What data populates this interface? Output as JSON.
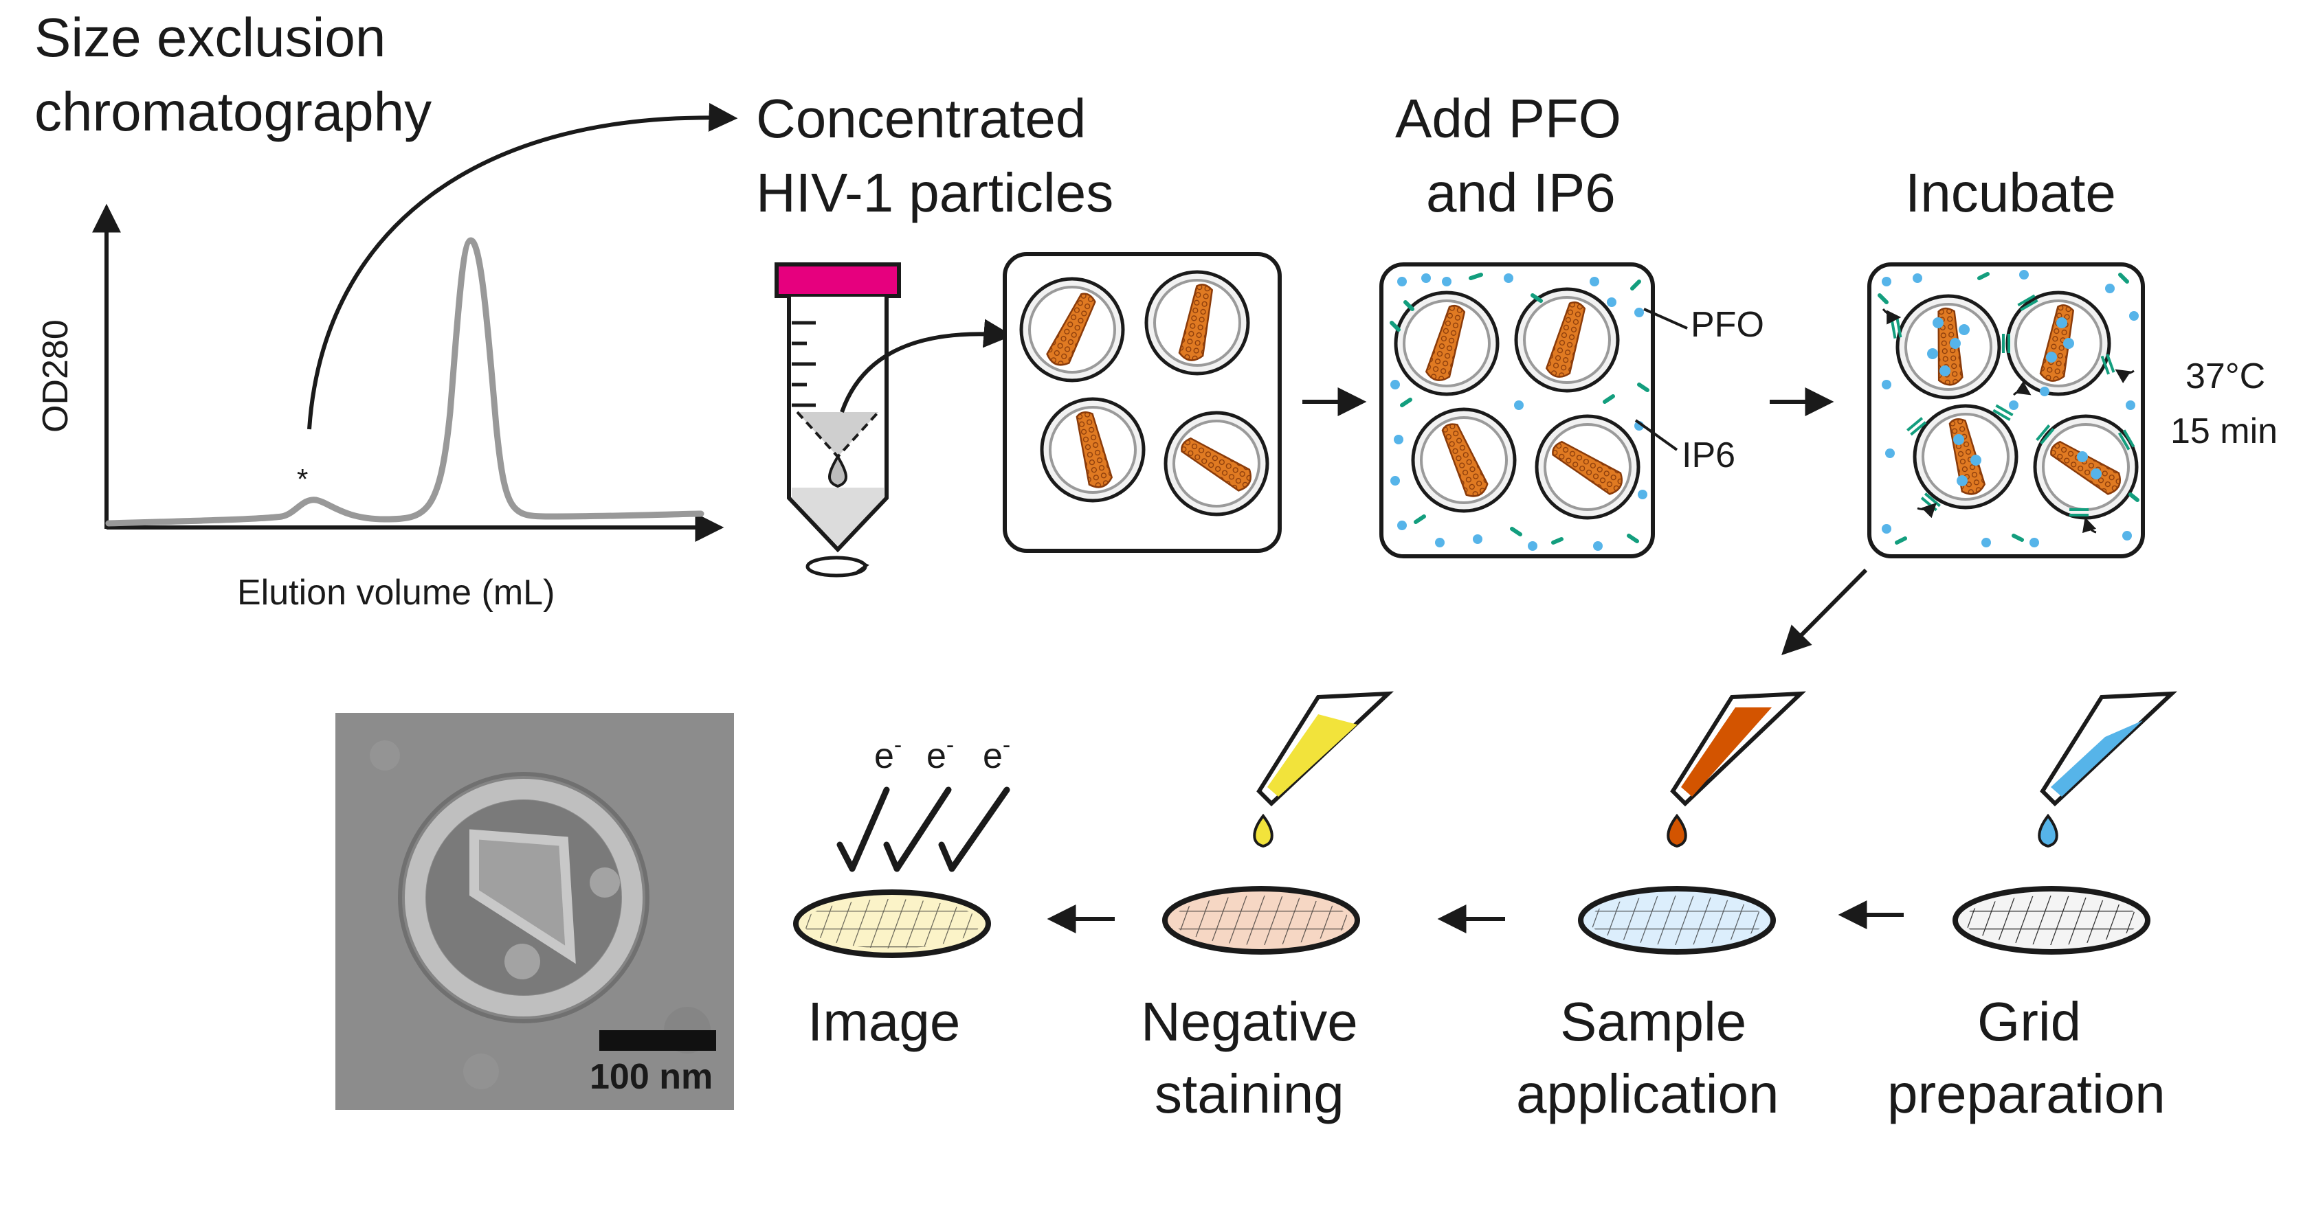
{
  "sec": {
    "title_line1": "Size exclusion",
    "title_line2": "chromatography",
    "ylabel": "OD280",
    "xlabel": "Elution volume (mL)",
    "peak_marker": "*"
  },
  "steps": {
    "concentrated_line1": "Concentrated",
    "concentrated_line2": "HIV-1 particles",
    "add_line1": "Add PFO",
    "add_line2": "and IP6",
    "incubate": "Incubate",
    "pfo_label": "PFO",
    "ip6_label": "IP6",
    "temperature": "37°C",
    "duration": "15 min"
  },
  "prep": {
    "grid_line1": "Grid",
    "grid_line2": "preparation",
    "sample_line1": "Sample",
    "sample_line2": "application",
    "negative_line1": "Negative",
    "negative_line2": "staining",
    "image_label": "Image",
    "electron": "e",
    "electron_sup": "-",
    "scale_bar": "100 nm"
  },
  "colors": {
    "tube_cap": "#e6007e",
    "capsid": "#e07a22",
    "pfo": "#139e7e",
    "ip6": "#56b4e9",
    "stain_yellow": "#f2e33b",
    "stain_orange": "#d35400",
    "stain_blue": "#56b4e9",
    "trace": "#999999"
  }
}
